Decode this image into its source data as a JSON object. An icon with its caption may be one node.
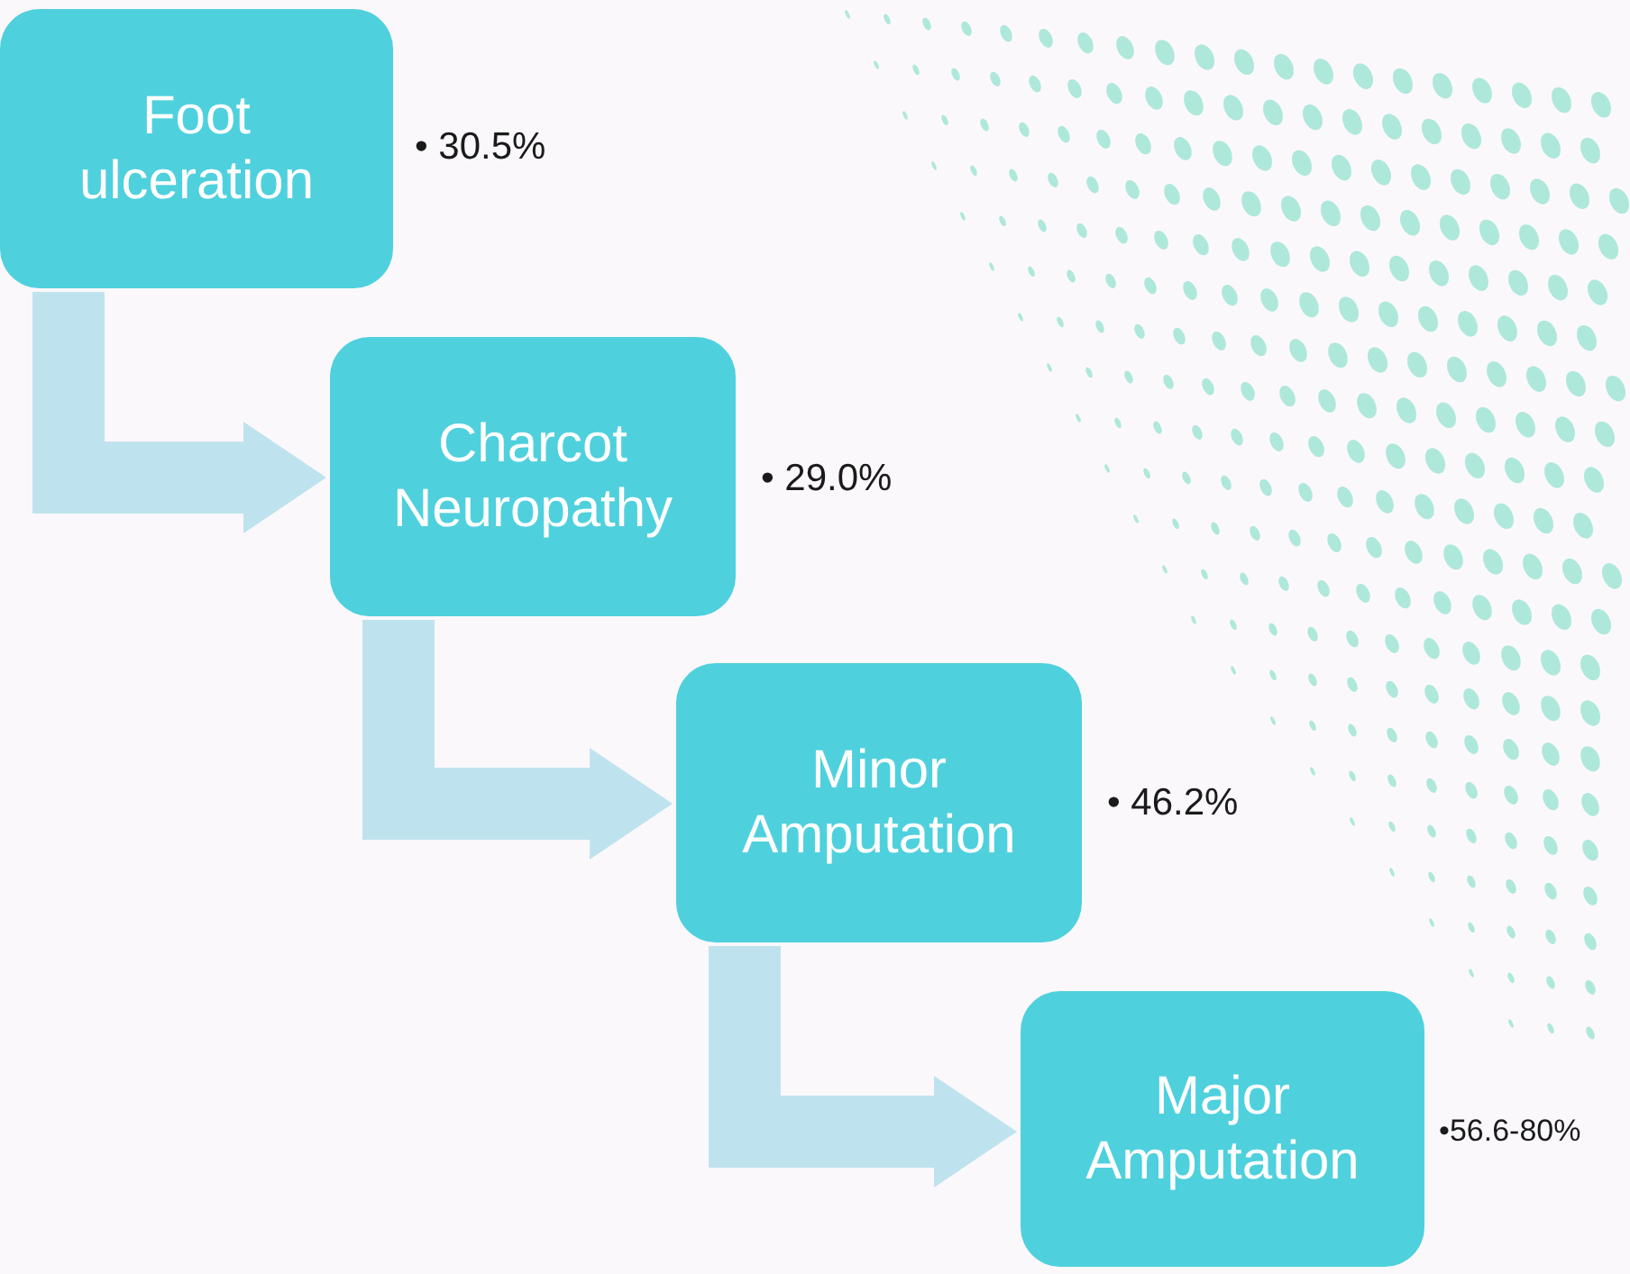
{
  "diagram": {
    "nodes": [
      {
        "text": [
          "Foot ulceration"
        ],
        "beside": [
          "• 30.5%"
        ]
      },
      {
        "text": [
          "Charcot Neuropathy"
        ],
        "beside": [
          "• 29.0%"
        ]
      },
      {
        "text": [
          "Minor Amputation"
        ],
        "beside": [
          "• 46.2%"
        ]
      },
      {
        "text": [
          "Major Amputation"
        ],
        "beside": [
          "•56.6-80%"
        ]
      }
    ],
    "edges": [
      {
        "from": 0,
        "to": 1,
        "arrow": "to"
      },
      {
        "from": 1,
        "to": 2,
        "arrow": "to"
      },
      {
        "from": 2,
        "to": 3,
        "arrow": "to"
      }
    ]
  }
}
